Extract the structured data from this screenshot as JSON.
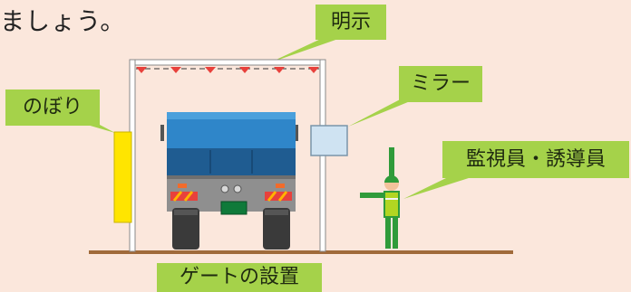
{
  "intro": {
    "text": "ましょう。"
  },
  "labels": {
    "meiji": "明示",
    "mirror": "ミラー",
    "nobori": "のぼり",
    "guard": "監視員・誘導員",
    "gate": "ゲートの設置"
  },
  "colors": {
    "background": "#fbe7dc",
    "callout": "#a5d24a",
    "truck_body": "#2f86c9",
    "truck_cab": "#1f5c91",
    "banner_flag": "#e8413c",
    "nobori_flag": "#ffe500",
    "guard": "#2f9b3a",
    "ground": "#a06a3a"
  }
}
